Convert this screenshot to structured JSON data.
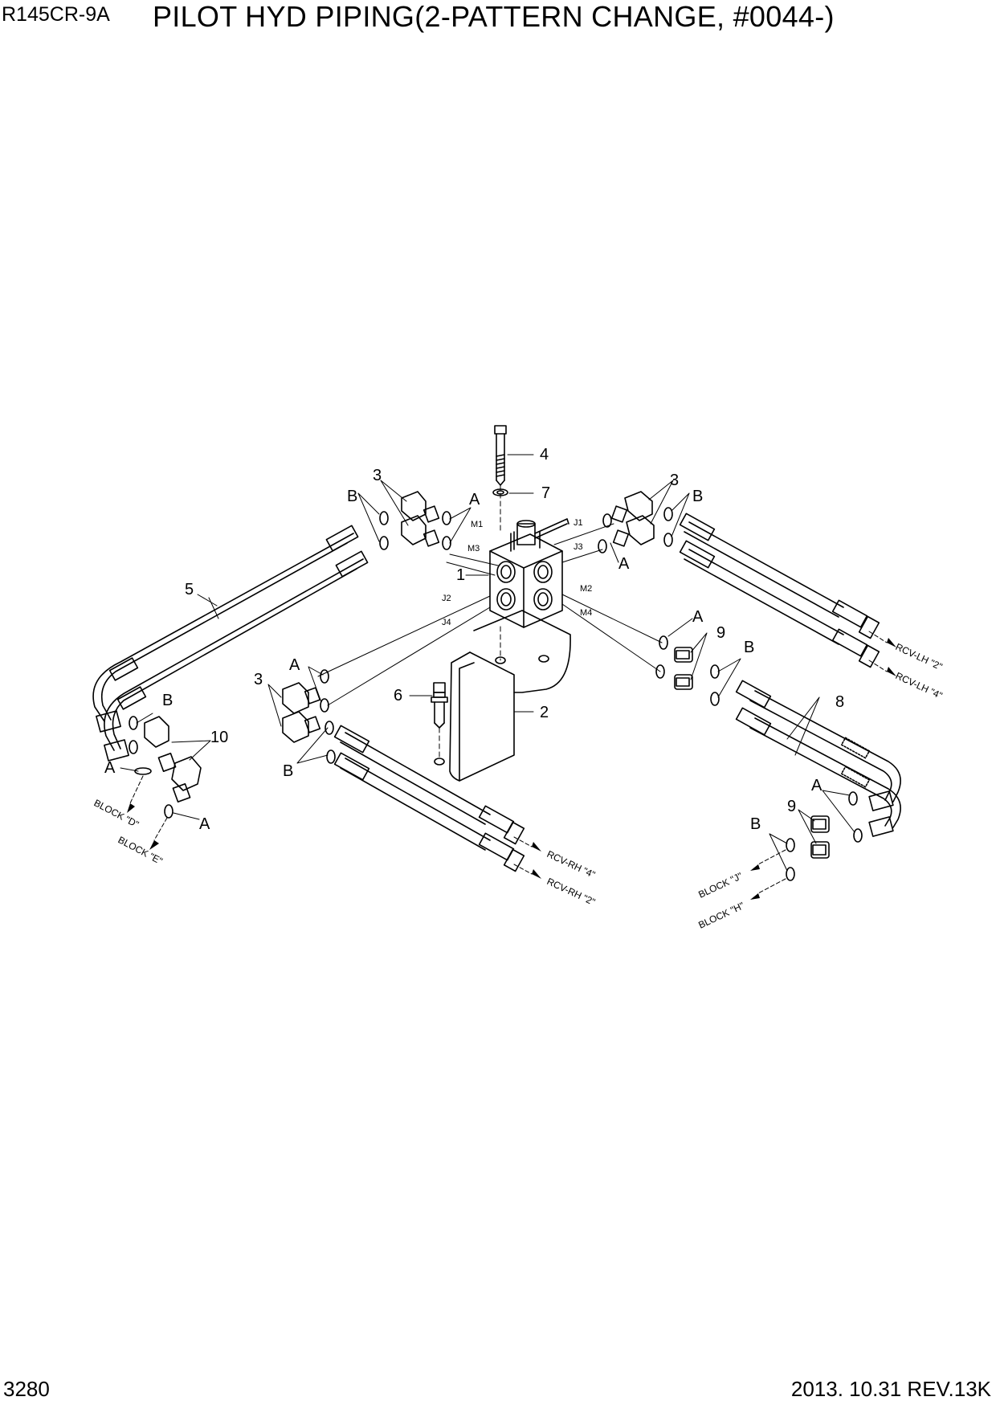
{
  "header": {
    "model": "R145CR-9A",
    "title": "PILOT HYD PIPING(2-PATTERN CHANGE, #0044-)"
  },
  "footer": {
    "page": "3280",
    "revision": "2013. 10.31  REV.13K"
  },
  "callouts": {
    "n1": "1",
    "n2": "2",
    "n3": "3",
    "n4": "4",
    "n5": "5",
    "n6": "6",
    "n7": "7",
    "n8": "8",
    "n9": "9",
    "n10": "10",
    "a": "A",
    "b": "B"
  },
  "ports": {
    "m1": "M1",
    "m2": "M2",
    "m3": "M3",
    "m4": "M4",
    "j1": "J1",
    "j2": "J2",
    "j3": "J3",
    "j4": "J4"
  },
  "destinations": {
    "rcv_lh_2": "RCV-LH \"2\"",
    "rcv_lh_4": "RCV-LH \"4\"",
    "rcv_rh_4": "RCV-RH \"4\"",
    "rcv_rh_2": "RCV-RH \"2\"",
    "block_d": "BLOCK \"D\"",
    "block_e": "BLOCK \"E\"",
    "block_j": "BLOCK \"J\"",
    "block_h": "BLOCK \"H\""
  }
}
